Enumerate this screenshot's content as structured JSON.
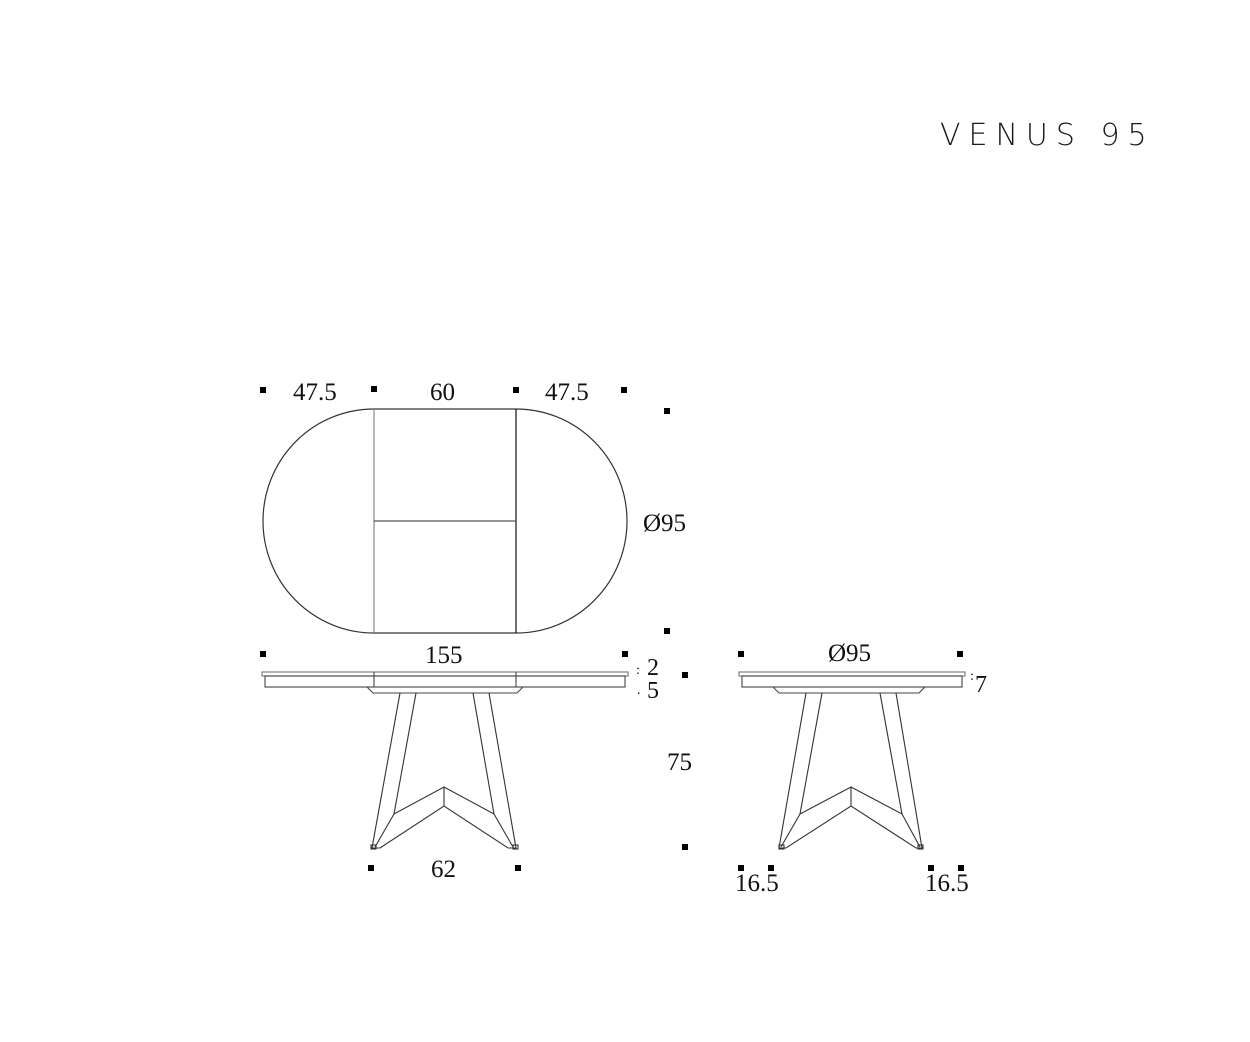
{
  "title": "VENUS 95",
  "top_view": {
    "dims_top": [
      "47.5",
      "60",
      "47.5"
    ],
    "diameter": "Ø95"
  },
  "front_view": {
    "length": "155",
    "thickness_top": "2",
    "thickness_bottom": "5",
    "height": "75",
    "leg_span": "62"
  },
  "side_view": {
    "diameter": "Ø95",
    "thickness": "7",
    "leg_offset_left": "16.5",
    "leg_offset_right": "16.5"
  },
  "colors": {
    "line": "#222222",
    "light_line": "#8a8a8a",
    "marker": "#000000"
  }
}
